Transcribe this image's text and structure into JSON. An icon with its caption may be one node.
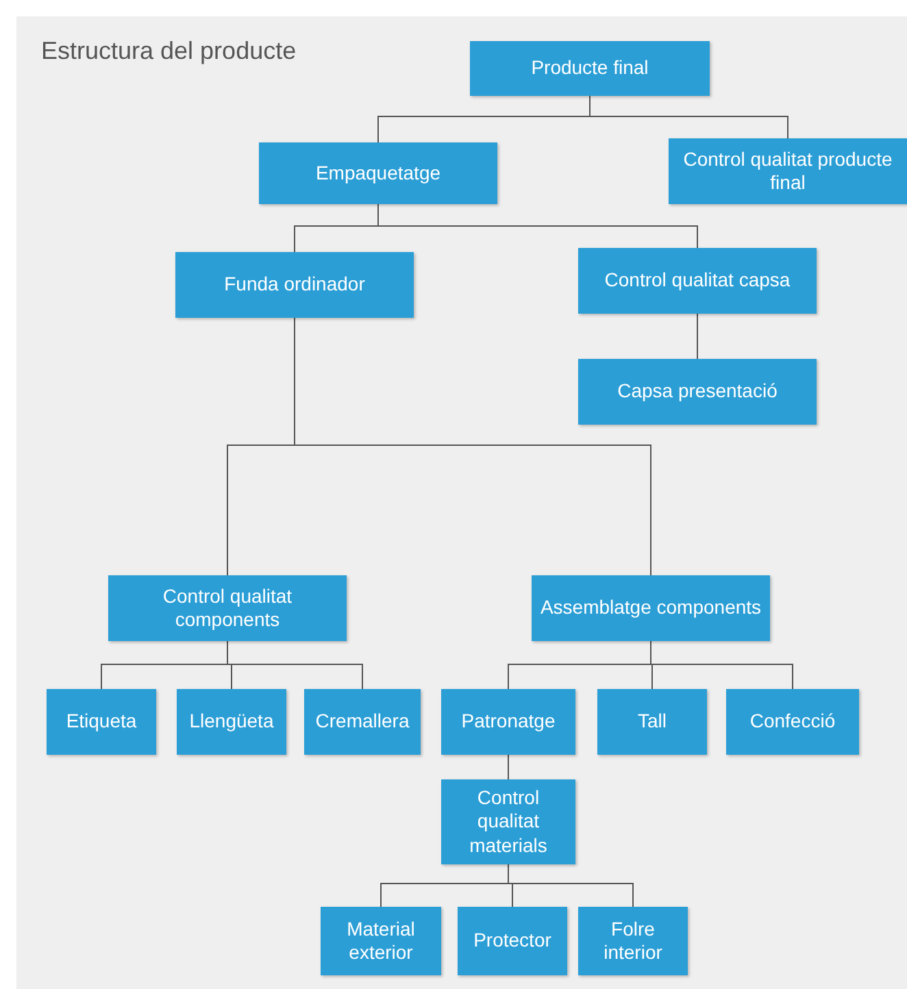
{
  "diagram": {
    "title": "Estructura del producte",
    "nodes": [
      {
        "text": [
          "Producte final"
        ]
      },
      {
        "text": [
          "Empaquetatge"
        ]
      },
      {
        "text": [
          "Control qualitat producte final"
        ]
      },
      {
        "text": [
          "Funda ordinador"
        ]
      },
      {
        "text": [
          "Control qualitat capsa"
        ]
      },
      {
        "text": [
          "Capsa presentació"
        ]
      },
      {
        "text": [
          "Control qualitat components"
        ]
      },
      {
        "text": [
          "Assemblatge components"
        ]
      },
      {
        "text": [
          "Etiqueta"
        ]
      },
      {
        "text": [
          "Llengüeta"
        ]
      },
      {
        "text": [
          "Cremallera"
        ]
      },
      {
        "text": [
          "Patronatge"
        ]
      },
      {
        "text": [
          "Tall"
        ]
      },
      {
        "text": [
          "Confecció"
        ]
      },
      {
        "text": [
          "Control qualitat materials"
        ]
      },
      {
        "text": [
          "Material exterior"
        ]
      },
      {
        "text": [
          "Protector"
        ]
      },
      {
        "text": [
          "Folre interior"
        ]
      }
    ],
    "edges": [
      {
        "from": 0,
        "to": 1,
        "arrow": "none"
      },
      {
        "from": 0,
        "to": 2,
        "arrow": "none"
      },
      {
        "from": 1,
        "to": 3,
        "arrow": "none"
      },
      {
        "from": 1,
        "to": 4,
        "arrow": "none"
      },
      {
        "from": 4,
        "to": 5,
        "arrow": "none"
      },
      {
        "from": 3,
        "to": 6,
        "arrow": "none"
      },
      {
        "from": 3,
        "to": 7,
        "arrow": "none"
      },
      {
        "from": 6,
        "to": 8,
        "arrow": "none"
      },
      {
        "from": 6,
        "to": 9,
        "arrow": "none"
      },
      {
        "from": 6,
        "to": 10,
        "arrow": "none"
      },
      {
        "from": 7,
        "to": 11,
        "arrow": "none"
      },
      {
        "from": 7,
        "to": 12,
        "arrow": "none"
      },
      {
        "from": 7,
        "to": 13,
        "arrow": "none"
      },
      {
        "from": 11,
        "to": 14,
        "arrow": "none"
      },
      {
        "from": 14,
        "to": 15,
        "arrow": "none"
      },
      {
        "from": 14,
        "to": 16,
        "arrow": "none"
      },
      {
        "from": 14,
        "to": 17,
        "arrow": "none"
      }
    ]
  }
}
